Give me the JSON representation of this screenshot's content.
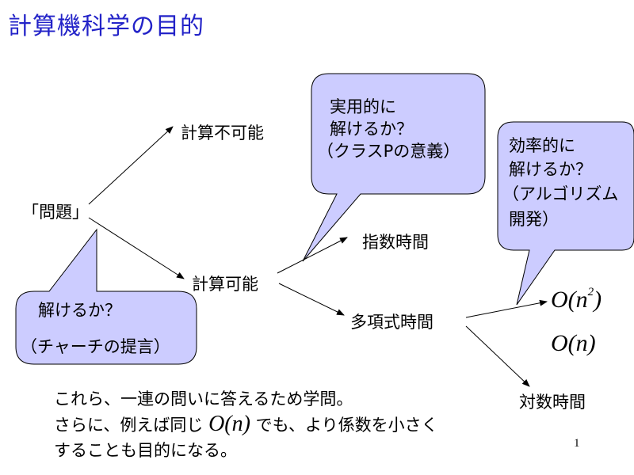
{
  "title": "計算機科学の目的",
  "nodes": {
    "problem": "「問題」",
    "uncomputable": "計算不可能",
    "computable": "計算可能",
    "exponential": "指数時間",
    "polynomial": "多項式時間",
    "logarithmic": "対数時間"
  },
  "math": {
    "on2_prefix": "O(n",
    "on2_exp": "2",
    "on2_suffix": ")",
    "on": "O(n)"
  },
  "bubbles": {
    "solvable": {
      "line1": "解けるか？",
      "line2": "（チャーチの提言）"
    },
    "practical": {
      "line1": "実用的に",
      "line2": "解けるか？",
      "line3": "（クラスPの意義）"
    },
    "efficient": {
      "line1": "効率的に",
      "line2": "解けるか？",
      "line3": "（アルゴリズム",
      "line4": "開発）"
    }
  },
  "note": {
    "line1": "これら、一連の問いに答えるため学問。",
    "line2_pre": "さらに、例えば同じ",
    "line2_math": "O(n)",
    "line2_post": "でも、より係数を小さく",
    "line3": "することも目的になる。"
  },
  "page_number": "1",
  "colors": {
    "title": "#2323c8",
    "bubble_fill": "#ccccff",
    "line": "#000000"
  }
}
